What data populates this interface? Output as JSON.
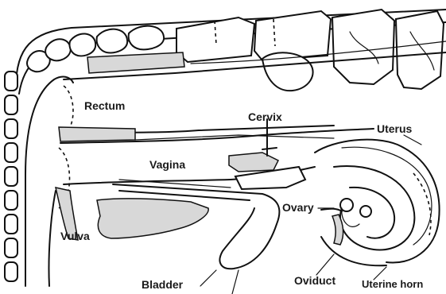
{
  "labels": {
    "rectum": "Rectum",
    "cervix": "Cervix",
    "uterus": "Uterus",
    "vagina": "Vagina",
    "ovary": "Ovary",
    "vulva": "Vulva",
    "bladder": "Bladder",
    "oviduct": "Oviduct",
    "uterine_horn": "Uterine horn"
  }
}
